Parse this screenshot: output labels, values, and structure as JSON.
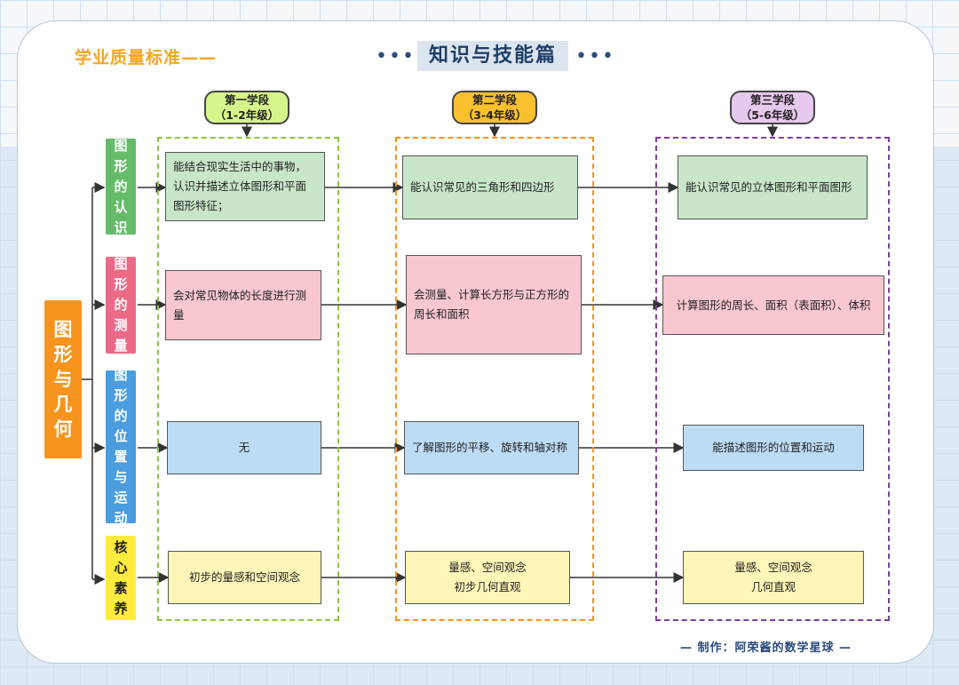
{
  "header": {
    "left_text": "学业质量标准——",
    "dots": "•••",
    "title": "知识与技能篇"
  },
  "stages": [
    {
      "line1": "第一学段",
      "line2": "（1-2年级）",
      "color": "#d6f58a"
    },
    {
      "line1": "第二学段",
      "line2": "（3-4年级）",
      "color": "#fbc02d"
    },
    {
      "line1": "第三学段",
      "line2": "（5-6年级）",
      "color": "#e7c8ee"
    }
  ],
  "main_topic": {
    "chars": [
      "图",
      "形",
      "与",
      "几",
      "何"
    ],
    "color": "#f7941d"
  },
  "categories": [
    {
      "chars": [
        "图",
        "形",
        "的",
        "认",
        "识"
      ],
      "color": "#66bb6a"
    },
    {
      "chars": [
        "图",
        "形",
        "的",
        "测",
        "量"
      ],
      "color": "#ec6a87"
    },
    {
      "chars": [
        "图",
        "形",
        "的",
        "位",
        "置",
        "与",
        "运",
        "动"
      ],
      "color": "#4a9de0"
    },
    {
      "chars": [
        "核",
        "心",
        "素",
        "养"
      ],
      "color": "#ffeb3b",
      "text_color": "#222222"
    }
  ],
  "rows": [
    {
      "s1": {
        "lines": [
          "能结合现实生活中的事物，",
          "认识并描述立体图形和平面",
          "图形特征；"
        ]
      },
      "s2": {
        "lines": [
          "能认识常见的三角形和四边形"
        ]
      },
      "s3": {
        "lines": [
          "能认识常见的立体图形和平面图形"
        ]
      }
    },
    {
      "s1": {
        "lines": [
          "会对常见物体的长度进行测",
          "量"
        ]
      },
      "s2": {
        "lines": [
          "会测量、计算长方形与正方形的",
          "周长和面积"
        ]
      },
      "s3": {
        "lines": [
          "计算图形的周长、面积（表面积）、体积"
        ]
      }
    },
    {
      "s1": {
        "lines": [
          "无"
        ]
      },
      "s2": {
        "lines": [
          "了解图形的平移、旋转和轴对称"
        ]
      },
      "s3": {
        "lines": [
          "能描述图形的位置和运动"
        ]
      }
    },
    {
      "s1": {
        "lines": [
          "初步的量感和空间观念"
        ]
      },
      "s2": {
        "lines": [
          "量感、空间观念",
          "初步几何直观"
        ]
      },
      "s3": {
        "lines": [
          "量感、空间观念",
          "几何直观"
        ]
      }
    }
  ],
  "colors": {
    "stage1_border": "#8dc63f",
    "stage2_border": "#f7941d",
    "stage3_border": "#7e3fa0",
    "green": "#c8e6c9",
    "pink": "#f8c7cf",
    "blue": "#bcdcf5",
    "yellow": "#fff5b8"
  },
  "footer": "— 制作：阿荣酱的数学星球 —"
}
